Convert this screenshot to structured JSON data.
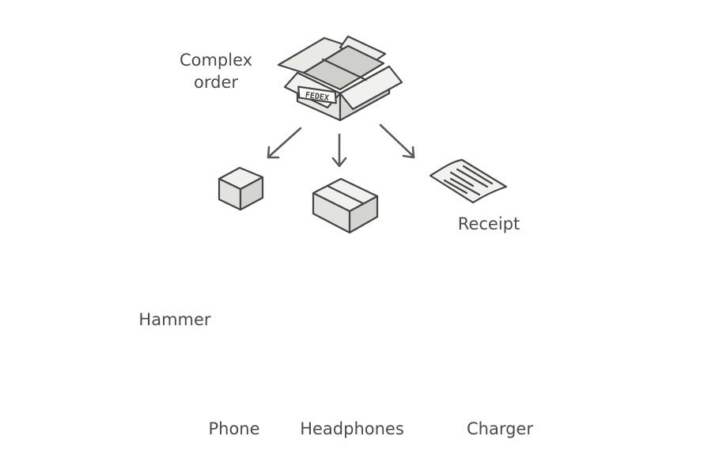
{
  "labels": {
    "complex_order": [
      "Complex",
      "order"
    ],
    "receipt": "Receipt",
    "hammer": "Hammer",
    "phone": "Phone",
    "headphones": "Headphones",
    "charger": "Charger",
    "box_stamp": "FEDEX"
  },
  "colors": {
    "ink": "#444444",
    "arrow": "#5b5b5b",
    "box_light": "#f1f1ef",
    "box_mid": "#e2e2df",
    "box_dark": "#d4d4d1",
    "text": "#4a4a4a"
  }
}
